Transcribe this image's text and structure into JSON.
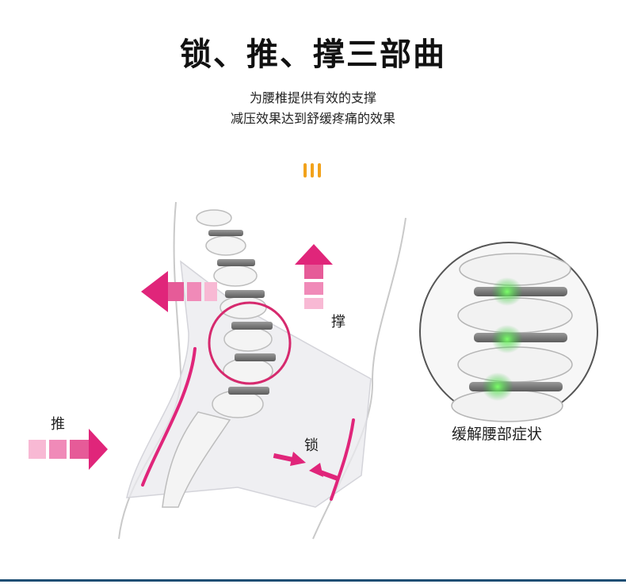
{
  "header": {
    "title": "锁、推、撑三部曲",
    "subtitle_line1": "为腰椎提供有效的支撑",
    "subtitle_line2": "减压效果达到舒缓疼痛的效果"
  },
  "labels": {
    "support": "撑",
    "push": "推",
    "lock": "锁",
    "relief": "缓解腰部症状"
  },
  "colors": {
    "accent_pink": "#e0257a",
    "arrow_pink": "#e86aa6",
    "accent_orange": "#f2a21b",
    "relief_green": "#5fe05f",
    "bottom_line": "#1d4e74"
  },
  "icons": [
    "divider-bars-icon",
    "arrow-left-icon",
    "arrow-up-icon",
    "arrow-right-icon",
    "lock-arrows-icon"
  ]
}
